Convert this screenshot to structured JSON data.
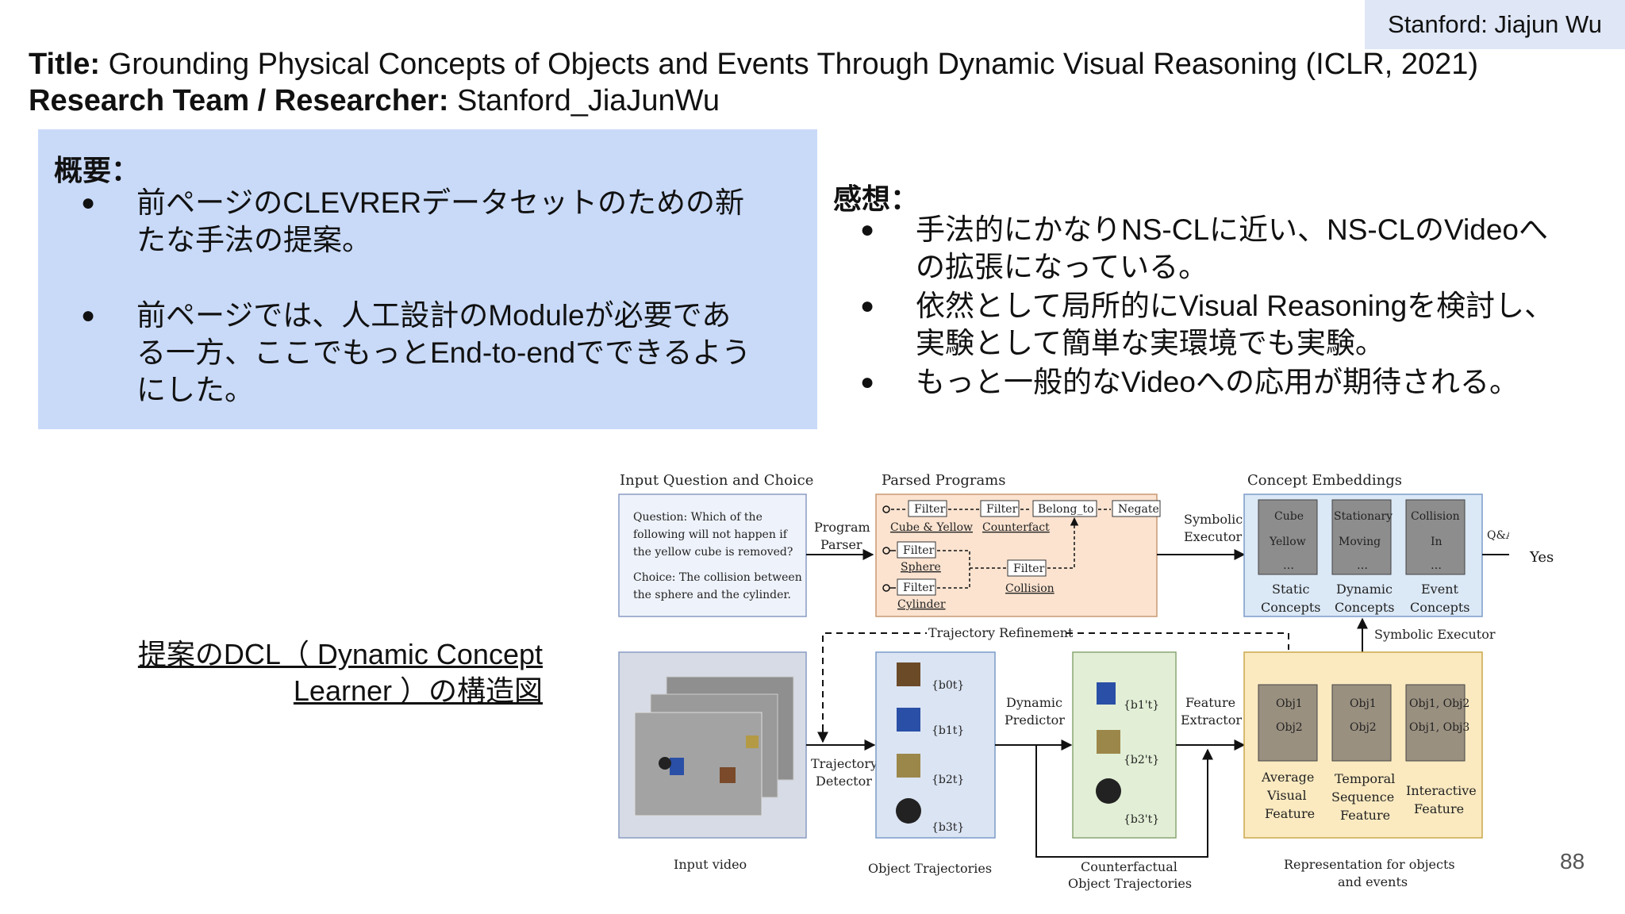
{
  "header": {
    "badge": "Stanford: Jiajun Wu",
    "title_label": "Title:",
    "title_value": "Grounding Physical Concepts of Objects and Events Through Dynamic Visual Reasoning (ICLR, 2021)",
    "team_label": "Research Team / Researcher:",
    "team_value": "Stanford_JiaJunWu"
  },
  "summary": {
    "heading": "概要：",
    "bullets": [
      "前ページのCLEVRERデータセットのための新\nたな手法の提案。",
      "前ページでは、人工設計のModuleが必要であ\nる一方、ここでもっとEnd-to-endでできるよう\nにした。"
    ]
  },
  "impressions": {
    "heading": "感想：",
    "bullets": [
      "手法的にかなりNS-CLに近い、NS-CLのVideoへ\nの拡張になっている。",
      "依然として局所的にVisual Reasoningを検討し、\n実験として簡単な実環境でも実験。",
      "もっと一般的なVideoへの応用が期待される。"
    ]
  },
  "bullet_glyph": "●",
  "caption": "提案のDCL（ Dynamic Concept\nLearner ）の構造図",
  "page_number": "88",
  "figure": {
    "input_qc_title": "Input Question and Choice",
    "question_lines": [
      "Question: Which of the",
      "following will not happen if",
      "the yellow cube is removed?"
    ],
    "choice_lines": [
      "Choice: The collision between",
      "the sphere and the cylinder."
    ],
    "program_parser": [
      "Program",
      "Parser"
    ],
    "parsed_programs_title": "Parsed Programs",
    "filter": "Filter",
    "belong_to": "Belong_to",
    "negate": "Negate",
    "cube_yellow": "Cube & Yellow",
    "counterfact": "Counterfact",
    "sphere": "Sphere",
    "cylinder": "Cylinder",
    "collision": "Collision",
    "symbolic_executor": [
      "Symbolic",
      "Executor"
    ],
    "concept_embeddings_title": "Concept Embeddings",
    "emb_static": [
      "Cube",
      "Yellow"
    ],
    "emb_dynamic": [
      "Stationary",
      "Moving"
    ],
    "emb_event": [
      "Collision",
      "In"
    ],
    "static_concepts": [
      "Static",
      "Concepts"
    ],
    "dynamic_concepts": [
      "Dynamic",
      "Concepts"
    ],
    "event_concepts": [
      "Event",
      "Concepts"
    ],
    "qa": "Q&A",
    "yes": "Yes",
    "trajectory_refinement": "Trajectory Refinement",
    "symbolic_executor_single": "Symbolic Executor",
    "trajectory_detector": [
      "Trajectory",
      "Detector"
    ],
    "dynamic_predictor": [
      "Dynamic",
      "Predictor"
    ],
    "feature_extractor": [
      "Feature",
      "Extractor"
    ],
    "input_video": "Input video",
    "object_trajectories": "Object Trajectories",
    "counterfactual_title": [
      "Counterfactual",
      "Object Trajectories"
    ],
    "representation_title": [
      "Representation for  objects",
      "and events"
    ],
    "traj_labels": [
      "{b0t}",
      "{b1t}",
      "{b2t}",
      "{b3t}"
    ],
    "cf_labels": [
      "{b1't}",
      "{b2't}",
      "{b3't}"
    ],
    "rep_avg": [
      "Obj1",
      "Obj2"
    ],
    "rep_temp": [
      "Obj1",
      "Obj2"
    ],
    "rep_inter": [
      "Obj1, Obj2",
      "Obj1, Obj3"
    ],
    "avg_visual": [
      "Average",
      "Visual",
      "Feature"
    ],
    "temporal_seq": [
      "Temporal",
      "Sequence",
      "Feature"
    ],
    "interactive": [
      "Interactive",
      "Feature"
    ],
    "ellipsis": "…"
  }
}
